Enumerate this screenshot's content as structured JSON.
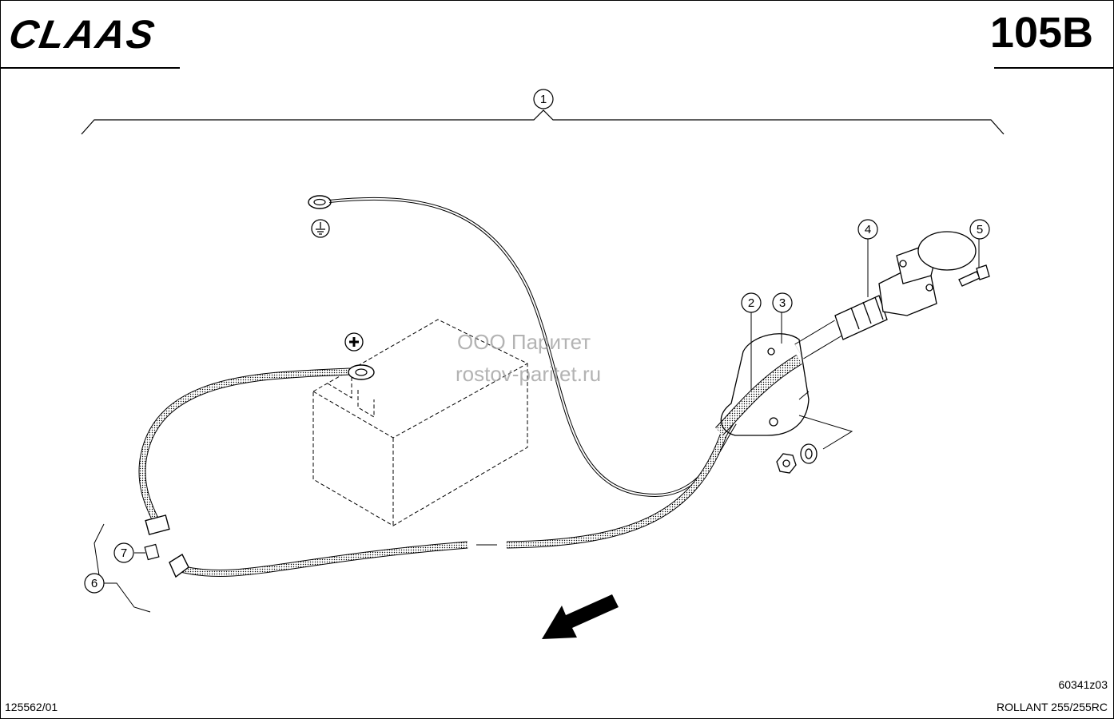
{
  "header": {
    "brand": "CLAAS",
    "page_code": "105B"
  },
  "footer": {
    "doc_number": "125562/01",
    "drawing_code": "60341z03",
    "model": "ROLLANT 255/255RC"
  },
  "watermark": {
    "line1": "ООО Паритет",
    "line2": "rostov-paritet.ru"
  },
  "callouts": [
    "1",
    "2",
    "3",
    "4",
    "5",
    "6",
    "7"
  ],
  "symbols": {
    "positive": "positive-terminal-icon",
    "ground": "ground-icon"
  }
}
